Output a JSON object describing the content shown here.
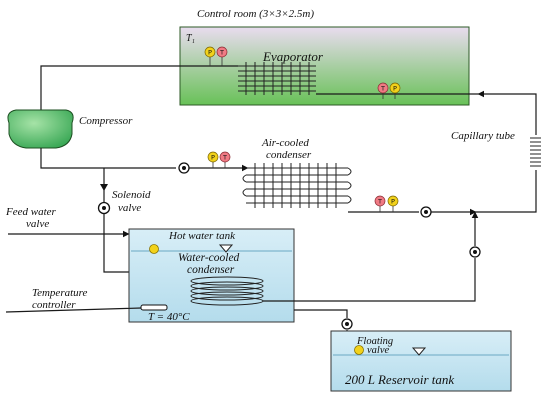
{
  "labels": {
    "control_room": "Control room (3×3×2.5m)",
    "t1": "T₁",
    "evaporator": "Evaporator",
    "compressor": "Compressor",
    "air_cooled_1": "Air-cooled",
    "air_cooled_2": "condenser",
    "capillary": "Capillary tube",
    "solenoid_1": "Solenoid",
    "solenoid_2": "valve",
    "feed_1": "Feed water",
    "feed_2": "valve",
    "hot_water_tank": "Hot water tank",
    "water_cooled_1": "Water-cooled",
    "water_cooled_2": "condenser",
    "temp_1": "Temperature",
    "temp_2": "controller",
    "temp_setting": "T = 40°C",
    "floating_1": "Floating",
    "floating_2": "valve",
    "reservoir": "200 L Reservoir tank"
  },
  "gauge_letters": {
    "pressure": "P",
    "temperature": "T"
  },
  "colors": {
    "room_top": "#e9dcef",
    "room_bottom": "#68c157",
    "water_top": "#d8eef7",
    "water_bottom": "#b4dcec",
    "compressor": "#3ca957",
    "gauge_p": "#f2d21b",
    "gauge_t": "#f07a84"
  }
}
